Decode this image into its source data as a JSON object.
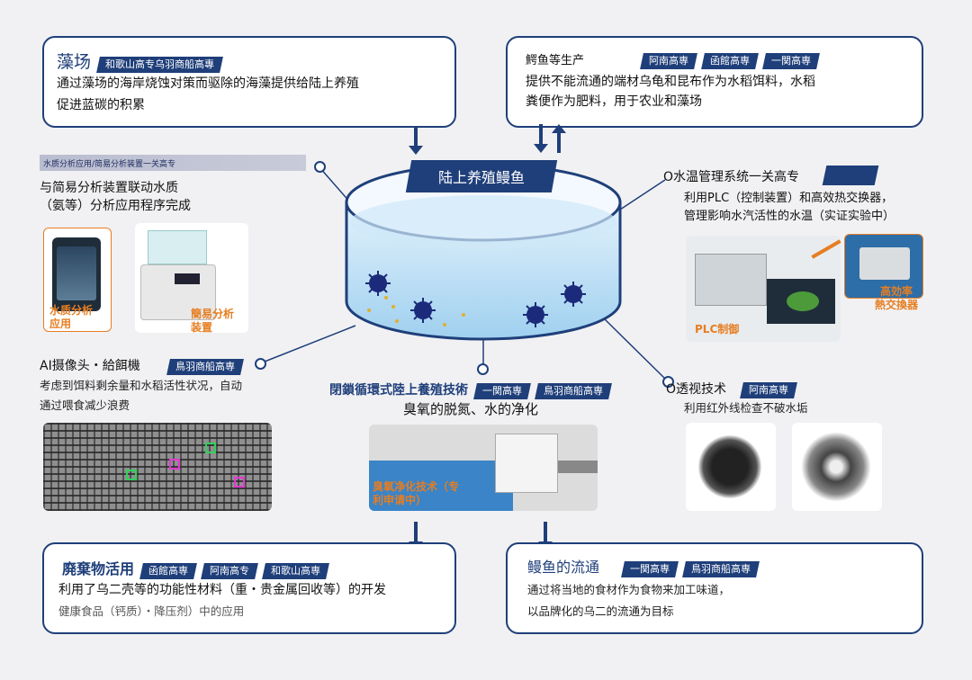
{
  "colors": {
    "navy": "#1f3f7a",
    "orange": "#e67e22",
    "water": "#bfe0f5"
  },
  "seaweed": {
    "title": "藻场",
    "tags": [
      "和歌山高专乌羽商船高專"
    ],
    "line1": "通过藻场的海岸烧蚀对策而驱除的海藻提供给陆上养殖",
    "line2": "促进蓝碳的积累"
  },
  "production": {
    "title": "鰐鱼等生产",
    "tags": [
      "阿南高専",
      "函館高専",
      "一関高専"
    ],
    "line1": "提供不能流通的端材乌龟和昆布作为水稻饵料，水稻",
    "line2": "粪便作为肥料，用于农业和藻场"
  },
  "center": {
    "banner": "陆上养殖鳗鱼"
  },
  "water_quality": {
    "header": "水质分析应用/简易分析装置一关高专",
    "line1": "与简易分析装置联动水质",
    "line2": "（氨等）分析应用程序完成",
    "photo1_label": "水质分析\n应用",
    "photo2_label": "簡易分析\n装置"
  },
  "temperature": {
    "title": "O水温管理系统一关高专",
    "line1": "利用PLC（控制装置）和高效热交换器，",
    "line2": "管理影响水汽活性的水温（实证实验中）",
    "plc_label": "PLC制御",
    "exchanger_label": "高効率\n熱交換器"
  },
  "ai_camera": {
    "title": "AI摄像头・給餌機",
    "tag": "鳥羽商船高専",
    "line1": "考虑到饵料剩余量和水稻活性状况，自动",
    "line2": "通过喂食减少浪费"
  },
  "recirculation": {
    "title": "閉鎖循環式陸上養殖技術",
    "tags": [
      "一関高専",
      "鳥羽商船高専"
    ],
    "subtitle": "臭氧的脱氮、水的净化",
    "photo_label": "臭氧净化技术（专\n利申请中）"
  },
  "xray": {
    "title": "O透视技术",
    "tag": "阿南高専",
    "line1": "利用红外线检查不破水垢"
  },
  "waste": {
    "title": "廃棄物活用",
    "tags": [
      "函館高専",
      "阿南高专",
      "和歌山高専"
    ],
    "line1": "利用了乌二壳等的功能性材料（重・贵金属回收等）的开发",
    "line2": "健康食品（钙质）・降压剂）中的应用"
  },
  "distribution": {
    "title": "鳗鱼的流通",
    "tags": [
      "一関高専",
      "鳥羽商船高専"
    ],
    "line1": "通过将当地的食材作为食物来加工味道，",
    "line2": "以品牌化的乌二的流通为目标"
  }
}
